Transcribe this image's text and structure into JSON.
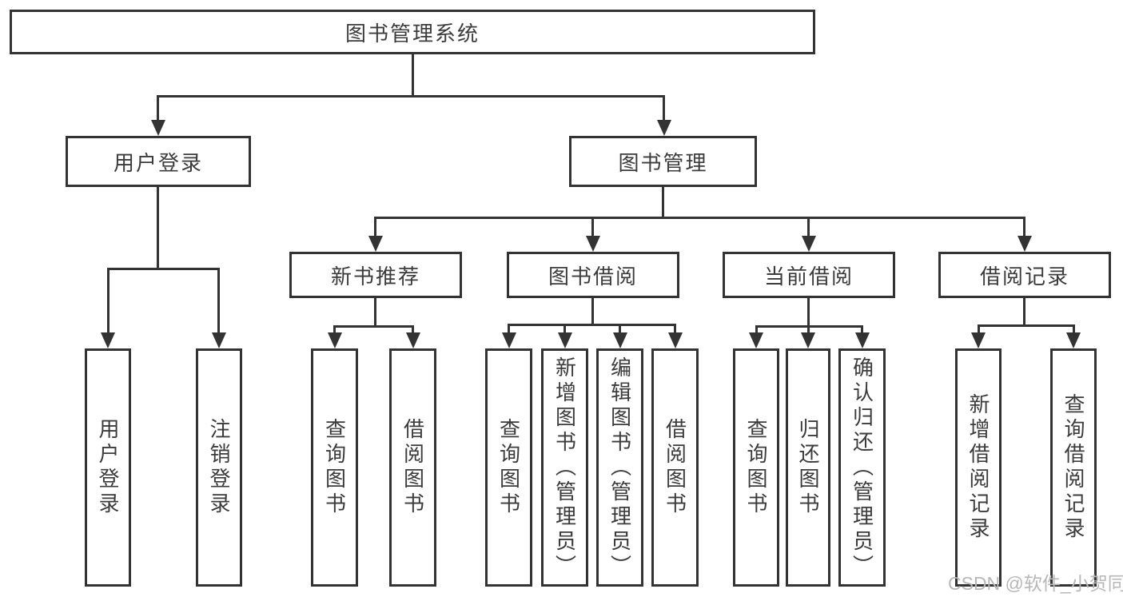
{
  "nodes": {
    "root": {
      "label": "图书管理系统"
    },
    "user_login": {
      "label": "用户登录"
    },
    "book_management": {
      "label": "图书管理"
    },
    "new_book_recommend": {
      "label": "新书推荐"
    },
    "book_borrowing": {
      "label": "图书借阅"
    },
    "current_borrowing": {
      "label": "当前借阅"
    },
    "borrow_records": {
      "label": "借阅记录"
    }
  },
  "leaves": {
    "user_login": {
      "label": "用户登录"
    },
    "logout": {
      "label": "注销登录"
    },
    "nb_query": {
      "label": "查询图书"
    },
    "nb_borrow": {
      "label": "借阅图书"
    },
    "bb_query": {
      "label": "查询图书"
    },
    "bb_add": {
      "label": "新增图书（管理员）"
    },
    "bb_edit": {
      "label": "编辑图书（管理员）"
    },
    "bb_borrow": {
      "label": "借阅图书"
    },
    "cb_query": {
      "label": "查询图书"
    },
    "cb_return": {
      "label": "归还图书"
    },
    "cb_confirm": {
      "label": "确认归还（管理员）"
    },
    "br_add": {
      "label": "新增借阅记录"
    },
    "br_query": {
      "label": "查询借阅记录"
    }
  },
  "watermark": {
    "text": "CSDN @软件_小贺同学",
    "color": "#b7b7b7"
  },
  "colors": {
    "line": "#333333",
    "text": "#3b3b3b",
    "background": "#ffffff"
  }
}
